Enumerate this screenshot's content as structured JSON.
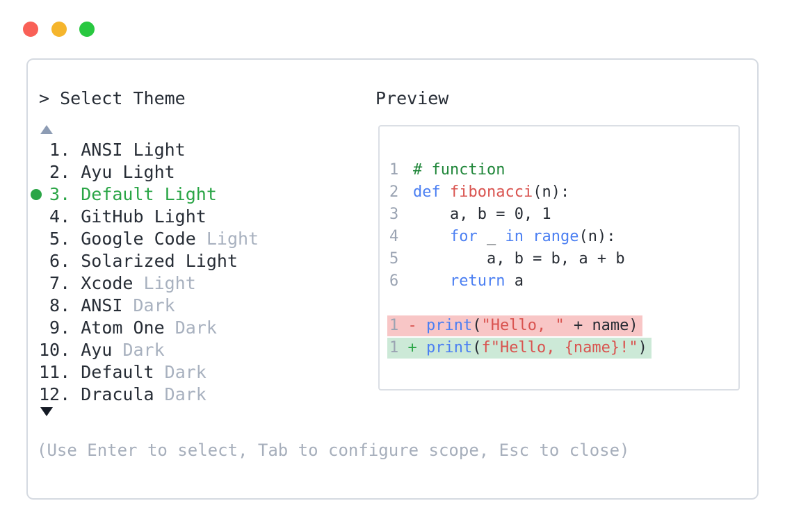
{
  "colors": {
    "text-dark": "#272d36",
    "muted": "#a8b1bf",
    "hint": "#a6aebb",
    "arrow-up": "#8d9cb4",
    "arrow-down": "#141a24",
    "select-green": "#2aa546",
    "window-border": "#d5dae1",
    "panel-border": "#dbdfe5",
    "line-num": "#9aa3b2",
    "keyword": "#4b7ff2",
    "name-red": "#d9534f",
    "string-red": "#d9534f",
    "comment-green": "#1f8639",
    "code-plain": "#262b33",
    "diff-removed-bg": "#f8c6c6",
    "diff-added-bg": "#cce9d7",
    "tl-red": "#f96057",
    "tl-yellow": "#f5b52c",
    "tl-green": "#28c840"
  },
  "selector": {
    "prompt": "> Select Theme",
    "scroll_up_icon": "triangle-up",
    "scroll_down_icon": "triangle-down",
    "items": [
      {
        "num": "1",
        "selected": false,
        "segments": [
          {
            "text": "ANSI Light",
            "style": "normal"
          }
        ]
      },
      {
        "num": "2",
        "selected": false,
        "segments": [
          {
            "text": "Ayu Light",
            "style": "normal"
          }
        ]
      },
      {
        "num": "3",
        "selected": true,
        "segments": [
          {
            "text": "Default Light",
            "style": "selected"
          }
        ]
      },
      {
        "num": "4",
        "selected": false,
        "segments": [
          {
            "text": "GitHub Light",
            "style": "normal"
          }
        ]
      },
      {
        "num": "5",
        "selected": false,
        "segments": [
          {
            "text": "Google Code ",
            "style": "normal"
          },
          {
            "text": "Light",
            "style": "muted"
          }
        ]
      },
      {
        "num": "6",
        "selected": false,
        "segments": [
          {
            "text": "Solarized Light",
            "style": "normal"
          }
        ]
      },
      {
        "num": "7",
        "selected": false,
        "segments": [
          {
            "text": "Xcode ",
            "style": "normal"
          },
          {
            "text": "Light",
            "style": "muted"
          }
        ]
      },
      {
        "num": "8",
        "selected": false,
        "segments": [
          {
            "text": "ANSI ",
            "style": "normal"
          },
          {
            "text": "Dark",
            "style": "muted"
          }
        ]
      },
      {
        "num": "9",
        "selected": false,
        "segments": [
          {
            "text": "Atom One ",
            "style": "normal"
          },
          {
            "text": "Dark",
            "style": "muted"
          }
        ]
      },
      {
        "num": "10",
        "selected": false,
        "segments": [
          {
            "text": "Ayu ",
            "style": "normal"
          },
          {
            "text": "Dark",
            "style": "muted"
          }
        ]
      },
      {
        "num": "11",
        "selected": false,
        "segments": [
          {
            "text": "Default ",
            "style": "normal"
          },
          {
            "text": "Dark",
            "style": "muted"
          }
        ]
      },
      {
        "num": "12",
        "selected": false,
        "segments": [
          {
            "text": "Dracula ",
            "style": "normal"
          },
          {
            "text": "Dark",
            "style": "muted"
          }
        ]
      }
    ],
    "hint": "(Use Enter to select, Tab to configure scope, Esc to close)"
  },
  "preview": {
    "label": "Preview",
    "code_lines": [
      {
        "num": "1",
        "tokens": [
          {
            "text": "# function",
            "style": "comment"
          }
        ]
      },
      {
        "num": "2",
        "tokens": [
          {
            "text": "def ",
            "style": "keyword"
          },
          {
            "text": "fibonacci",
            "style": "name"
          },
          {
            "text": "(n):",
            "style": "plain"
          }
        ]
      },
      {
        "num": "3",
        "tokens": [
          {
            "text": "    a, b = 0, 1",
            "style": "plain"
          }
        ]
      },
      {
        "num": "4",
        "tokens": [
          {
            "text": "    ",
            "style": "plain"
          },
          {
            "text": "for",
            "style": "keyword"
          },
          {
            "text": " _ ",
            "style": "plain"
          },
          {
            "text": "in",
            "style": "keyword"
          },
          {
            "text": " ",
            "style": "plain"
          },
          {
            "text": "range",
            "style": "keyword"
          },
          {
            "text": "(n):",
            "style": "plain"
          }
        ]
      },
      {
        "num": "5",
        "tokens": [
          {
            "text": "        a, b = b, a + b",
            "style": "plain"
          }
        ]
      },
      {
        "num": "6",
        "tokens": [
          {
            "text": "    ",
            "style": "plain"
          },
          {
            "text": "return",
            "style": "keyword"
          },
          {
            "text": " a",
            "style": "plain"
          }
        ]
      }
    ],
    "diff_lines": [
      {
        "num": "1",
        "sign": "-",
        "bg": "removed",
        "tokens": [
          {
            "text": "print",
            "style": "keyword"
          },
          {
            "text": "(",
            "style": "plain"
          },
          {
            "text": "\"Hello, \"",
            "style": "string"
          },
          {
            "text": " + name)",
            "style": "plain"
          }
        ]
      },
      {
        "num": "1",
        "sign": "+",
        "bg": "added",
        "tokens": [
          {
            "text": "print",
            "style": "keyword"
          },
          {
            "text": "(",
            "style": "plain"
          },
          {
            "text": "f\"Hello, {name}!\"",
            "style": "string"
          },
          {
            "text": ")",
            "style": "plain"
          }
        ]
      }
    ]
  }
}
